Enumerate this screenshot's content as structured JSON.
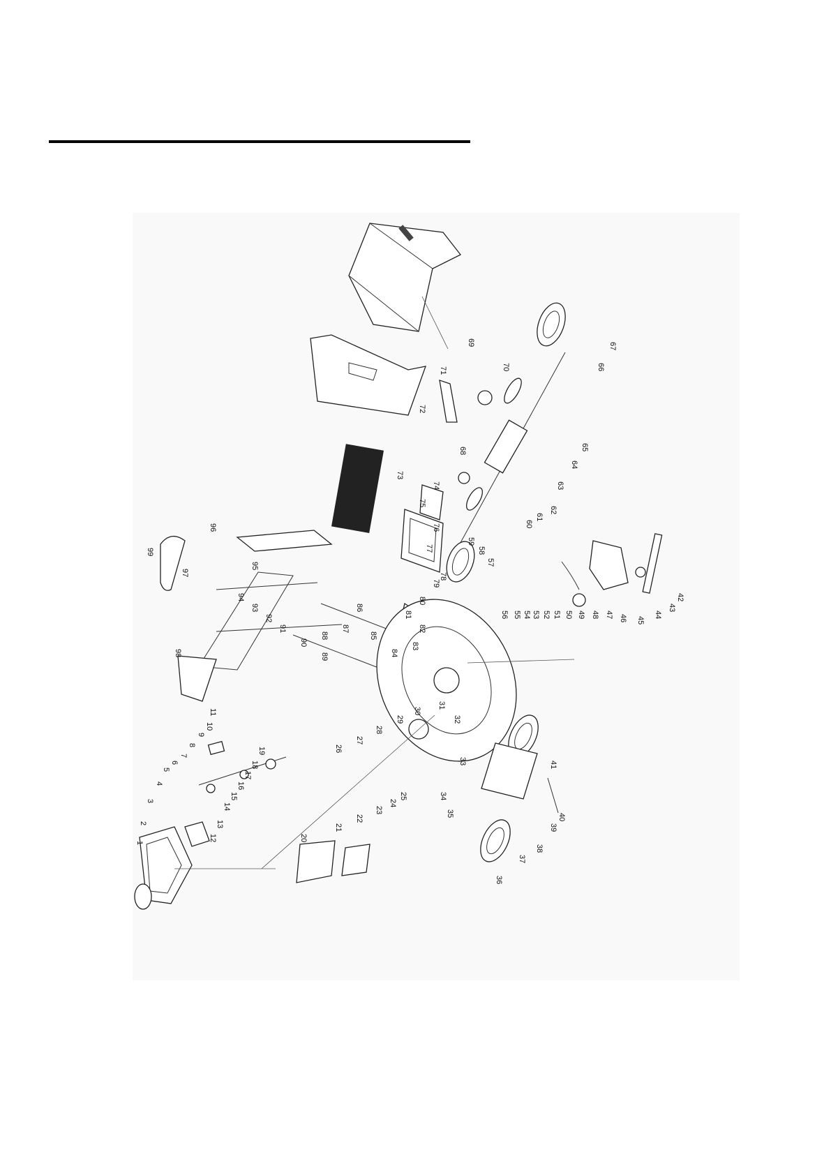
{
  "callouts": [
    {
      "id": "c1",
      "text": "1"
    },
    {
      "id": "c2",
      "text": "2"
    },
    {
      "id": "c3",
      "text": "3"
    },
    {
      "id": "c4",
      "text": "4"
    },
    {
      "id": "c5",
      "text": "5"
    },
    {
      "id": "c6",
      "text": "6"
    },
    {
      "id": "c7",
      "text": "7"
    },
    {
      "id": "c8",
      "text": "8"
    },
    {
      "id": "c9",
      "text": "9"
    },
    {
      "id": "c10",
      "text": "10"
    },
    {
      "id": "c11",
      "text": "11"
    },
    {
      "id": "c12",
      "text": "12"
    },
    {
      "id": "c13",
      "text": "13"
    },
    {
      "id": "c14",
      "text": "14"
    },
    {
      "id": "c15",
      "text": "15"
    },
    {
      "id": "c16",
      "text": "16"
    },
    {
      "id": "c17",
      "text": "17"
    },
    {
      "id": "c18",
      "text": "18"
    },
    {
      "id": "c19",
      "text": "19"
    },
    {
      "id": "c20",
      "text": "20"
    },
    {
      "id": "c21",
      "text": "21"
    },
    {
      "id": "c22",
      "text": "22"
    },
    {
      "id": "c23",
      "text": "23"
    },
    {
      "id": "c24",
      "text": "24"
    },
    {
      "id": "c25",
      "text": "25"
    },
    {
      "id": "c26",
      "text": "26"
    },
    {
      "id": "c27",
      "text": "27"
    },
    {
      "id": "c28",
      "text": "28"
    },
    {
      "id": "c29",
      "text": "29"
    },
    {
      "id": "c30",
      "text": "30"
    },
    {
      "id": "c31",
      "text": "31"
    },
    {
      "id": "c32",
      "text": "32"
    },
    {
      "id": "c33",
      "text": "33"
    },
    {
      "id": "c34",
      "text": "34"
    },
    {
      "id": "c35",
      "text": "35"
    },
    {
      "id": "c36",
      "text": "36"
    },
    {
      "id": "c37",
      "text": "37"
    },
    {
      "id": "c38",
      "text": "38"
    },
    {
      "id": "c39",
      "text": "39"
    },
    {
      "id": "c40",
      "text": "40"
    },
    {
      "id": "c41",
      "text": "41"
    },
    {
      "id": "c42",
      "text": "42"
    },
    {
      "id": "c43",
      "text": "43"
    },
    {
      "id": "c44",
      "text": "44"
    },
    {
      "id": "c45",
      "text": "45"
    },
    {
      "id": "c46",
      "text": "46"
    },
    {
      "id": "c47",
      "text": "47"
    },
    {
      "id": "c48",
      "text": "48"
    },
    {
      "id": "c49",
      "text": "49"
    },
    {
      "id": "c50",
      "text": "50"
    },
    {
      "id": "c51",
      "text": "51"
    },
    {
      "id": "c52",
      "text": "52"
    },
    {
      "id": "c53",
      "text": "53"
    },
    {
      "id": "c54",
      "text": "54"
    },
    {
      "id": "c55",
      "text": "55"
    },
    {
      "id": "c56",
      "text": "56"
    },
    {
      "id": "c57",
      "text": "57"
    },
    {
      "id": "c58",
      "text": "58"
    },
    {
      "id": "c59",
      "text": "59"
    },
    {
      "id": "c60",
      "text": "60"
    },
    {
      "id": "c61",
      "text": "61"
    },
    {
      "id": "c62",
      "text": "62"
    },
    {
      "id": "c63",
      "text": "63"
    },
    {
      "id": "c64",
      "text": "64"
    },
    {
      "id": "c65",
      "text": "65"
    },
    {
      "id": "c66",
      "text": "66"
    },
    {
      "id": "c67",
      "text": "67"
    },
    {
      "id": "c68",
      "text": "68"
    },
    {
      "id": "c69",
      "text": "69"
    },
    {
      "id": "c70",
      "text": "70"
    },
    {
      "id": "c71",
      "text": "71"
    },
    {
      "id": "c72",
      "text": "72"
    },
    {
      "id": "c73",
      "text": "73"
    },
    {
      "id": "c74",
      "text": "74"
    },
    {
      "id": "c75",
      "text": "75"
    },
    {
      "id": "c76",
      "text": "76"
    },
    {
      "id": "c77",
      "text": "77"
    },
    {
      "id": "c78",
      "text": "78"
    },
    {
      "id": "c79",
      "text": "79"
    },
    {
      "id": "c80",
      "text": "80"
    },
    {
      "id": "c81",
      "text": "81"
    },
    {
      "id": "c82",
      "text": "82"
    },
    {
      "id": "c83",
      "text": "83"
    },
    {
      "id": "c84",
      "text": "84"
    },
    {
      "id": "c85",
      "text": "85"
    },
    {
      "id": "c86",
      "text": "86"
    },
    {
      "id": "c87",
      "text": "87"
    },
    {
      "id": "c88",
      "text": "88"
    },
    {
      "id": "c89",
      "text": "89"
    },
    {
      "id": "c90",
      "text": "90"
    },
    {
      "id": "c91",
      "text": "91"
    },
    {
      "id": "c92",
      "text": "92"
    },
    {
      "id": "c93",
      "text": "93"
    },
    {
      "id": "c94",
      "text": "94"
    },
    {
      "id": "c95",
      "text": "95"
    },
    {
      "id": "c96",
      "text": "96"
    },
    {
      "id": "c97",
      "text": "97"
    },
    {
      "id": "c98",
      "text": "98"
    },
    {
      "id": "c99",
      "text": "99"
    }
  ]
}
